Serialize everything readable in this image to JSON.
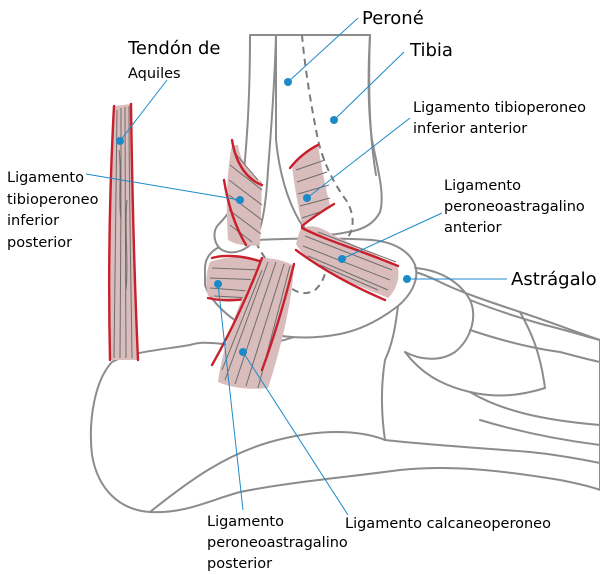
{
  "labels": {
    "perone": "Peroné",
    "tibia": "Tibia",
    "tendon_line1": "Tendón de",
    "tendon_line2": "Aquiles",
    "tib_ant_line1": "Ligamento tibioperoneo",
    "tib_ant_line2": "inferior anterior",
    "tib_post_line1": "Ligamento",
    "tib_post_line2": "tibioperoneo",
    "tib_post_line3": "inferior",
    "tib_post_line4": "posterior",
    "pa_ant_line1": "Ligamento",
    "pa_ant_line2": "peroneoastragalino",
    "pa_ant_line3": "anterior",
    "astragalo": "Astrágalo",
    "pa_post_line1": "Ligamento",
    "pa_post_line2": "peroneoastragalino",
    "pa_post_line3": "posterior",
    "calcaneo": "Ligamento calcaneoperoneo"
  },
  "colors": {
    "ligament_fill": "#d9bcbc",
    "ligament_edge": "#c8202c",
    "leader": "#1d8ac8",
    "bone_outline": "#8c8c8c"
  }
}
